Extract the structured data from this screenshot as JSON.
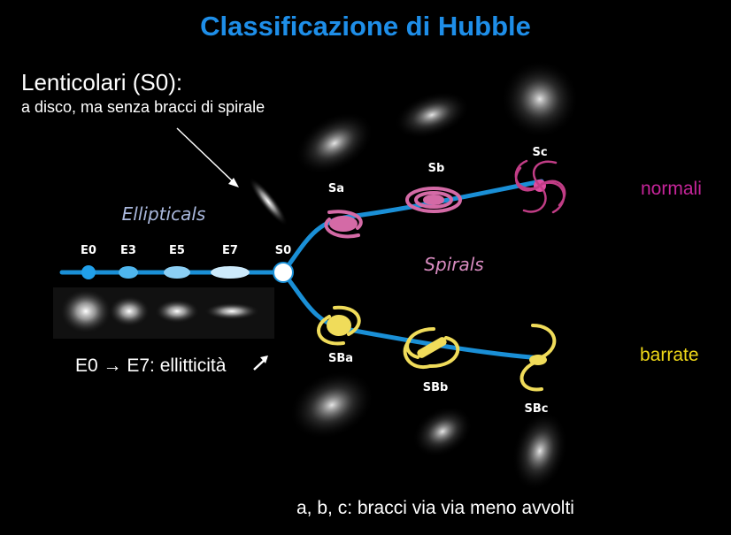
{
  "title": "Classificazione di Hubble",
  "lenticular": {
    "title": "Lenticolari (S0):",
    "subtitle": "a disco, ma senza bracci di spirale"
  },
  "ellipticity_note": "E0 → E7: ellitticità",
  "arms_note": "a, b, c:  bracci via via meno avvolti",
  "branch_labels": {
    "normal": "normali",
    "barred": "barrate"
  },
  "diagram": {
    "ellipticals_label": "Ellipticals",
    "spirals_label": "Spirals",
    "elliptical_types": [
      "E0",
      "E3",
      "E5",
      "E7"
    ],
    "lenticular_type": "S0",
    "normal_spirals": [
      "Sa",
      "Sb",
      "Sc"
    ],
    "barred_spirals": [
      "SBa",
      "SBb",
      "SBc"
    ]
  },
  "colors": {
    "title": "#1e8ee8",
    "track": "#1a8fd6",
    "normal_spiral": "#d46aa6",
    "barred_spiral": "#f0dc5a",
    "normal_label": "#c6259a",
    "barred_label": "#efd818",
    "diagram_text": "#aab8dd"
  }
}
